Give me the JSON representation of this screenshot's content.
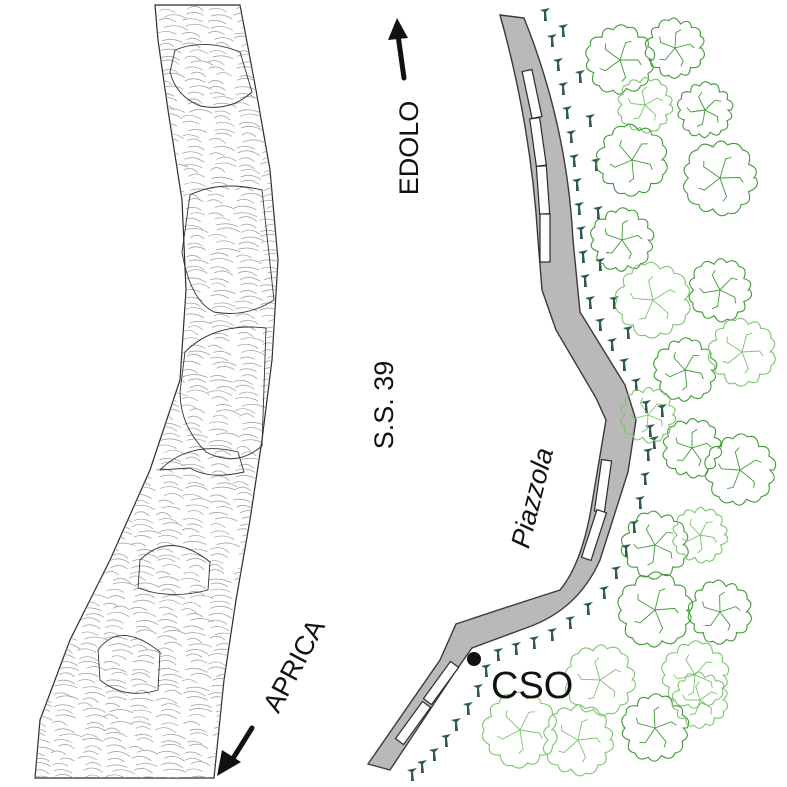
{
  "labels": {
    "north_direction": "EDOLO",
    "south_direction": "APRICA",
    "road": "S.S. 39",
    "layby": "Piazzola",
    "point": "CSO"
  },
  "colors": {
    "road_edge": "#b9b9b9",
    "road_edge_stroke": "#3a3a3a",
    "tree_dark": "#3f9a35",
    "tree_light": "#7cc46f",
    "shrub": "#2f5a52",
    "rock": "#9a9a9a",
    "text": "#111111"
  },
  "icons": {
    "north_arrow": "arrow-up-icon",
    "south_arrow": "arrow-down-left-icon",
    "tree": "tree-icon",
    "shrub": "shrub-icon",
    "point": "dot-icon"
  }
}
